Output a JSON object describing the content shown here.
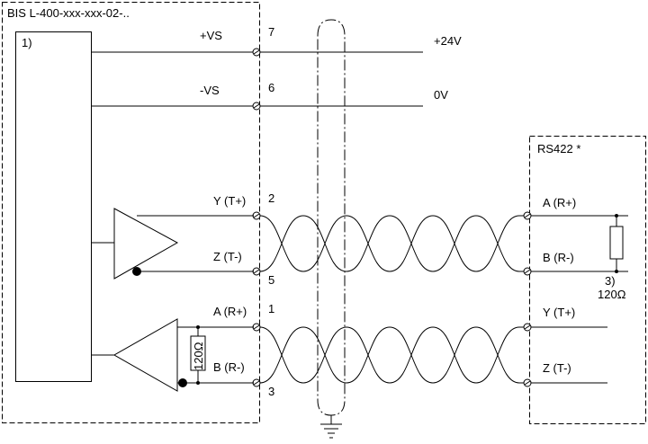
{
  "left_box": {
    "title": "BIS L-400-xxx-xxx-02-..",
    "note": "1)"
  },
  "power": {
    "plus_vs": {
      "label": "+VS",
      "pin": "7",
      "dest": "+24V"
    },
    "minus_vs": {
      "label": "-VS",
      "pin": "6",
      "dest": "0V"
    }
  },
  "tx": {
    "y_label": "Y (T+)",
    "y_pin": "2",
    "z_label": "Z (T-)",
    "z_pin": "5"
  },
  "rx": {
    "a_label": "A (R+)",
    "a_pin": "1",
    "b_label": "B (R-)",
    "b_pin": "3",
    "resistor": "120Ω"
  },
  "right_box": {
    "title": "RS422 *",
    "a_label": "A (R+)",
    "b_label": "B (R-)",
    "note": "3)",
    "resistor": "120Ω",
    "y_label": "Y (T+)",
    "z_label": "Z (T-)"
  }
}
